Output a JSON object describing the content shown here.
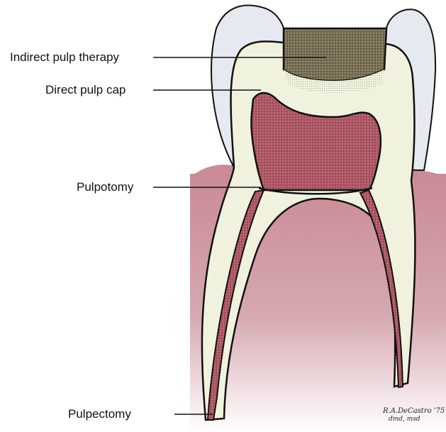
{
  "labels": {
    "indirect_pulp_therapy": "Indirect pulp therapy",
    "direct_pulp_cap": "Direct pulp cap",
    "pulpotomy": "Pulpotomy",
    "pulpectomy": "Pulpectomy"
  },
  "signature": {
    "name": "R.A.DeCastro '75",
    "credentials": "dmd, msd"
  },
  "colors": {
    "gingiva": "#c98b95",
    "enamel": "#e6e9f0",
    "dentin": "#f0f2de",
    "pulp": "#b05a66",
    "restoration": "#7d7358",
    "outline": "#111111"
  }
}
